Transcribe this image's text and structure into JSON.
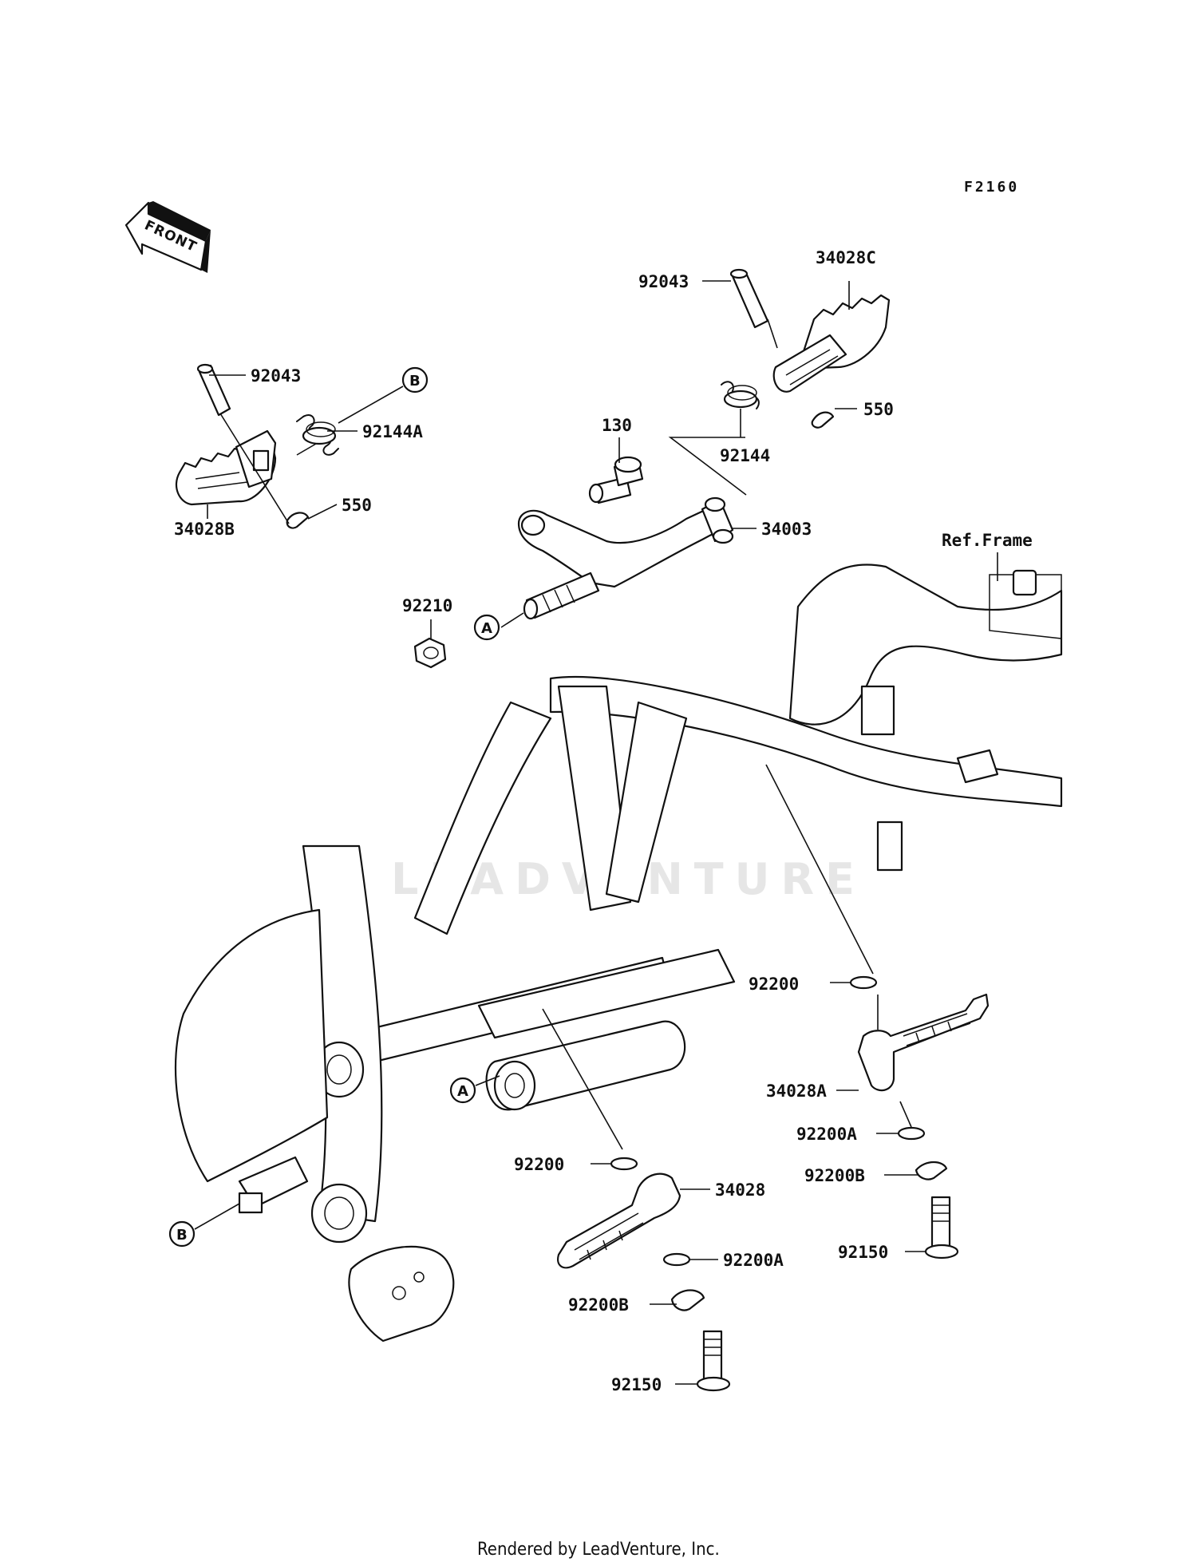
{
  "diagram_code": "F2160",
  "front_arrow": "FRONT",
  "ref_frame": "Ref.Frame",
  "watermark": "LEADVENTURE",
  "footer": "Rendered by LeadVenture, Inc.",
  "callouts": {
    "a": "A",
    "b": "B"
  },
  "parts": {
    "p92043_left": "92043",
    "p92144A": "92144A",
    "p550_left": "550",
    "p34028B": "34028B",
    "p92043_right": "92043",
    "p34028C": "34028C",
    "p550_right": "550",
    "p92144": "92144",
    "p130": "130",
    "p34003": "34003",
    "p92210": "92210",
    "p92200_right": "92200",
    "p34028A": "34028A",
    "p92200A_right": "92200A",
    "p92200B_right": "92200B",
    "p92150_right": "92150",
    "p92200_left": "92200",
    "p34028": "34028",
    "p92200A_left": "92200A",
    "p92200B_left": "92200B",
    "p92150_left": "92150"
  }
}
